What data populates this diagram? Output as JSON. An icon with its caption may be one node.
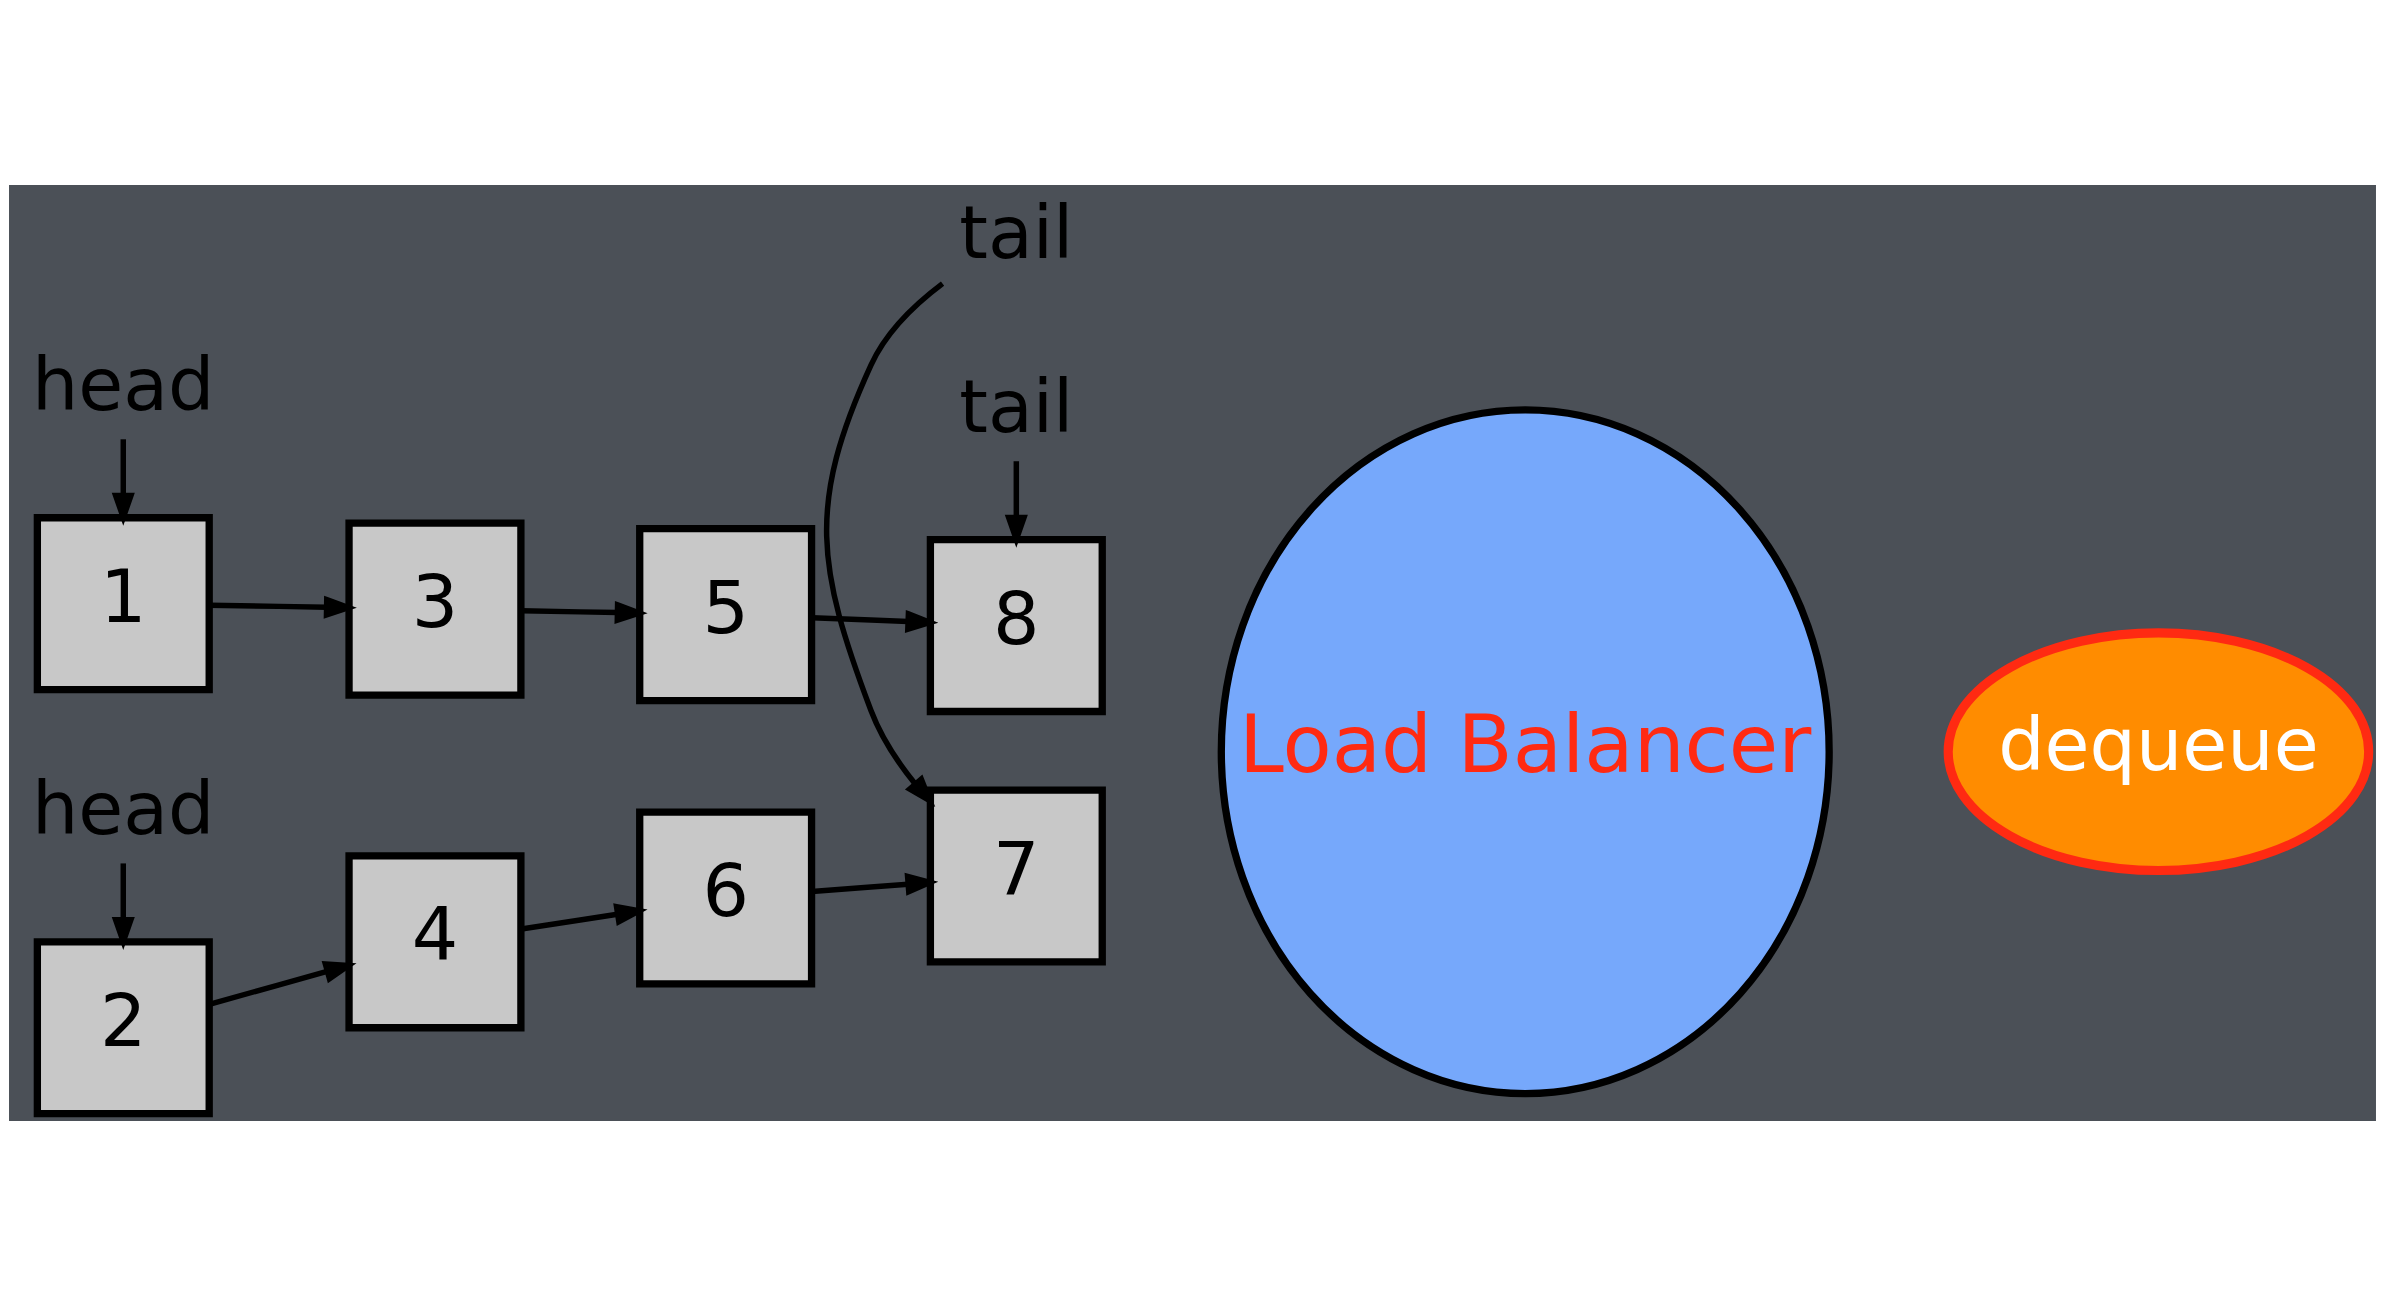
{
  "diagram": {
    "nodes": [
      {
        "text": [
          "head"
        ]
      },
      {
        "text": [
          "tail"
        ]
      },
      {
        "text": [
          "dequeue"
        ]
      },
      {
        "text": [
          "1"
        ]
      },
      {
        "text": [
          "3"
        ]
      },
      {
        "text": [
          "5"
        ]
      },
      {
        "text": [
          "8"
        ]
      },
      {
        "text": [
          "Load Balancer"
        ]
      },
      {
        "text": [
          "2"
        ]
      },
      {
        "text": [
          "4"
        ]
      },
      {
        "text": [
          "6"
        ]
      },
      {
        "text": [
          "7"
        ]
      },
      {
        "text": [
          "head"
        ]
      },
      {
        "text": [
          "tail"
        ]
      }
    ],
    "edges": [
      {
        "from": 0,
        "to": 3,
        "arrow": "to"
      },
      {
        "from": 1,
        "to": 6,
        "arrow": "to"
      },
      {
        "from": 3,
        "to": 4,
        "arrow": "to"
      },
      {
        "from": 4,
        "to": 5,
        "arrow": "to"
      },
      {
        "from": 5,
        "to": 6,
        "arrow": "to"
      },
      {
        "from": 8,
        "to": 9,
        "arrow": "to"
      },
      {
        "from": 9,
        "to": 10,
        "arrow": "to"
      },
      {
        "from": 10,
        "to": 11,
        "arrow": "to"
      },
      {
        "from": 12,
        "to": 8,
        "arrow": "to"
      },
      {
        "from": 13,
        "to": 11,
        "arrow": "to"
      }
    ]
  }
}
